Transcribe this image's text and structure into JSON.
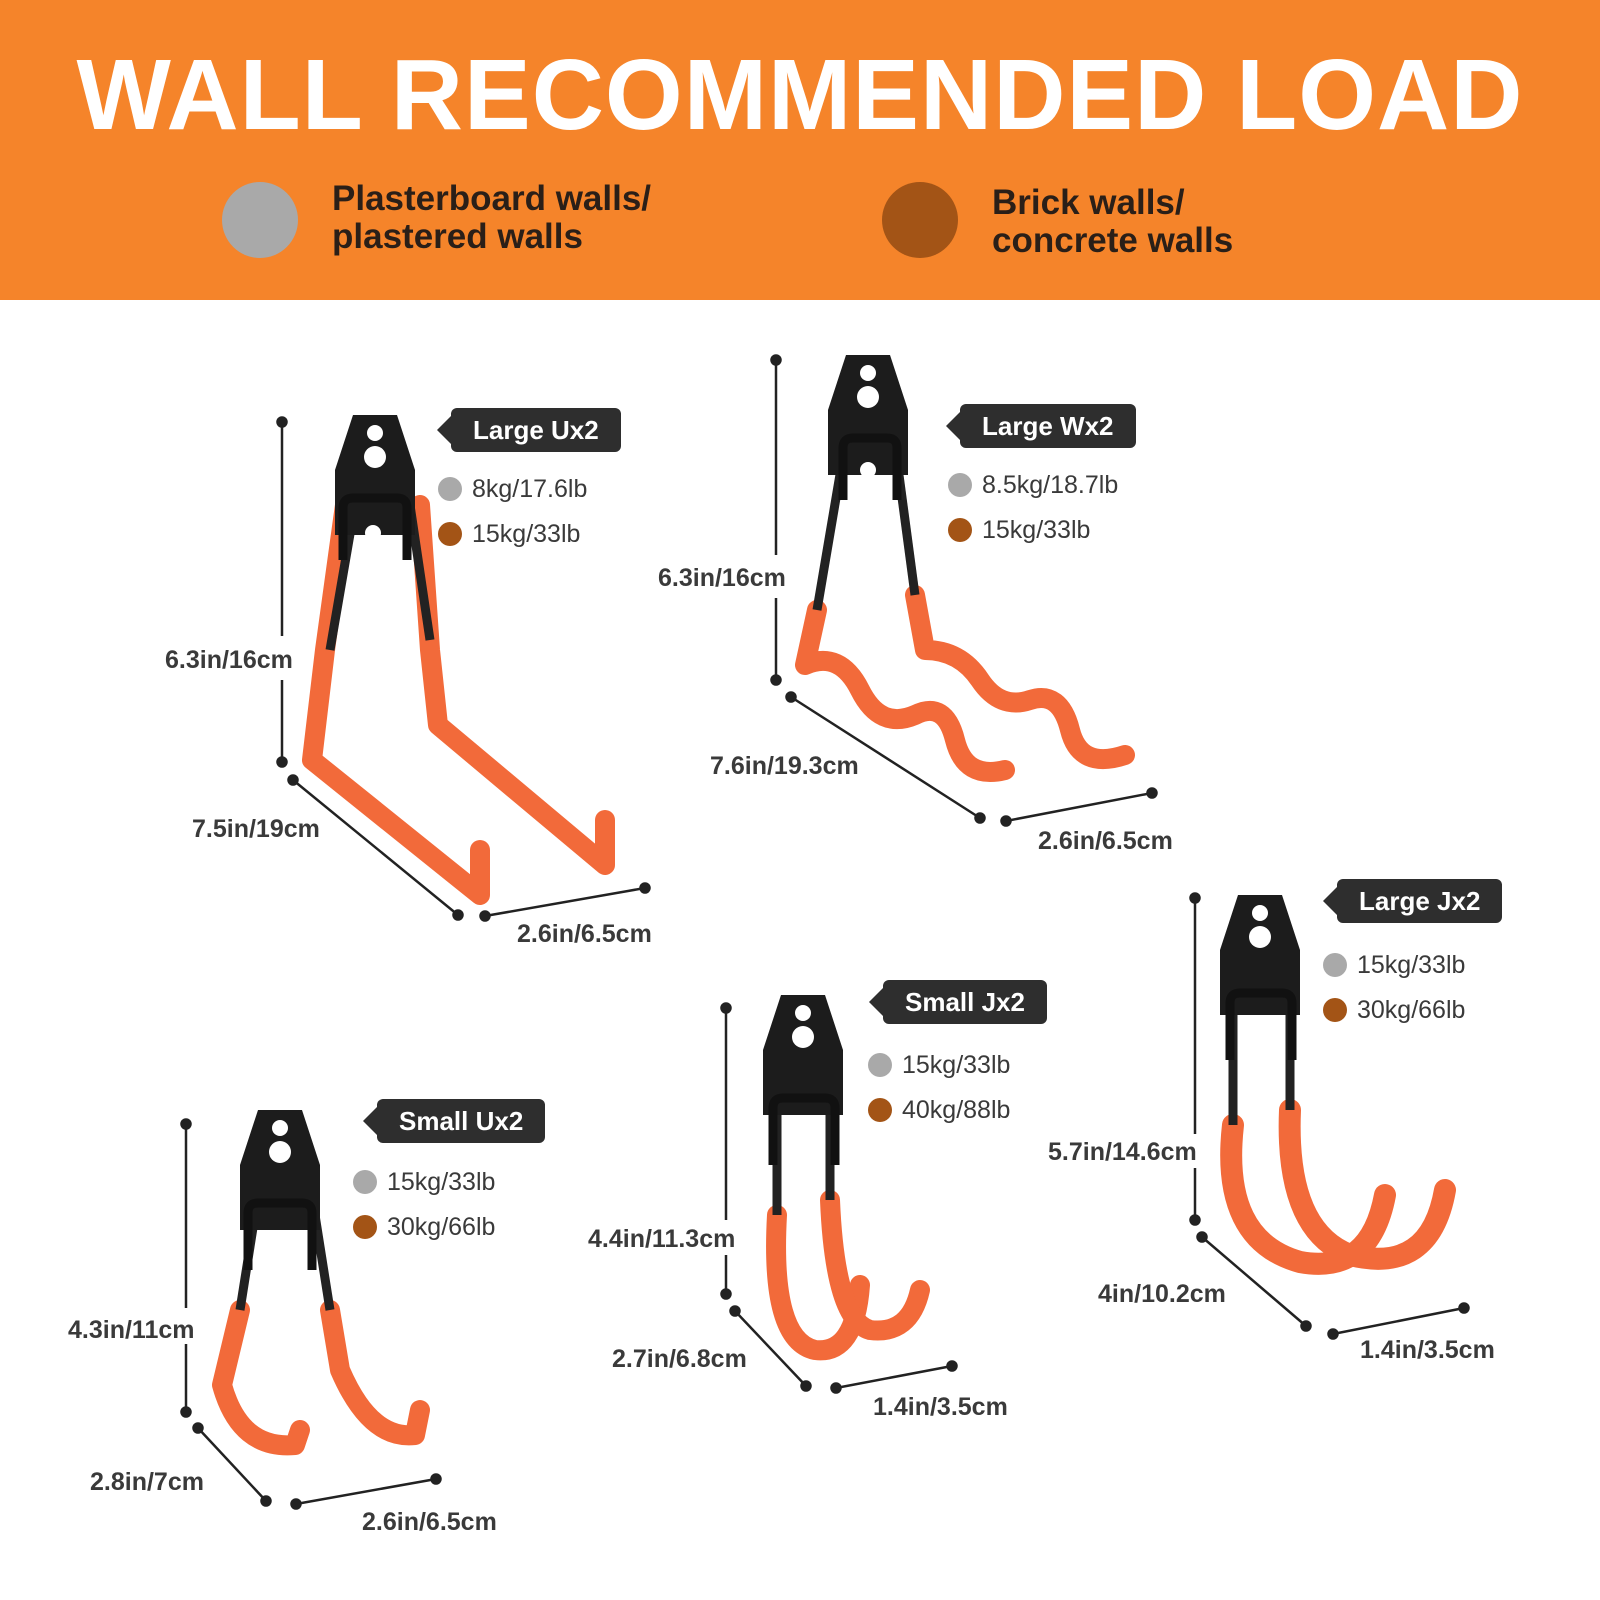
{
  "header": {
    "title": "WALL RECOMMENDED LOAD",
    "legend": [
      {
        "line1": "Plasterboard walls/",
        "line2": "plastered walls",
        "color": "#a9a9a9"
      },
      {
        "line1": "Brick walls/",
        "line2": "concrete walls",
        "color": "#a35416"
      }
    ]
  },
  "colors": {
    "accent": "#f5842a",
    "hook_coating": "#f26a3a",
    "plate": "#1c1c1c",
    "plaster": "#a9a9a9",
    "brick": "#a35416"
  },
  "hooks": [
    {
      "name": "Large Ux2",
      "plaster_load": "8kg/17.6lb",
      "brick_load": "15kg/33lb",
      "height": "6.3in/16cm",
      "length": "7.5in/19cm",
      "width": "2.6in/6.5cm"
    },
    {
      "name": "Large Wx2",
      "plaster_load": "8.5kg/18.7lb",
      "brick_load": "15kg/33lb",
      "height": "6.3in/16cm",
      "length": "7.6in/19.3cm",
      "width": "2.6in/6.5cm"
    },
    {
      "name": "Large Jx2",
      "plaster_load": "15kg/33lb",
      "brick_load": "30kg/66lb",
      "height": "5.7in/14.6cm",
      "length": "4in/10.2cm",
      "width": "1.4in/3.5cm"
    },
    {
      "name": "Small Jx2",
      "plaster_load": "15kg/33lb",
      "brick_load": "40kg/88lb",
      "height": "4.4in/11.3cm",
      "length": "2.7in/6.8cm",
      "width": "1.4in/3.5cm"
    },
    {
      "name": "Small Ux2",
      "plaster_load": "15kg/33lb",
      "brick_load": "30kg/66lb",
      "height": "4.3in/11cm",
      "length": "2.8in/7cm",
      "width": "2.6in/6.5cm"
    }
  ]
}
